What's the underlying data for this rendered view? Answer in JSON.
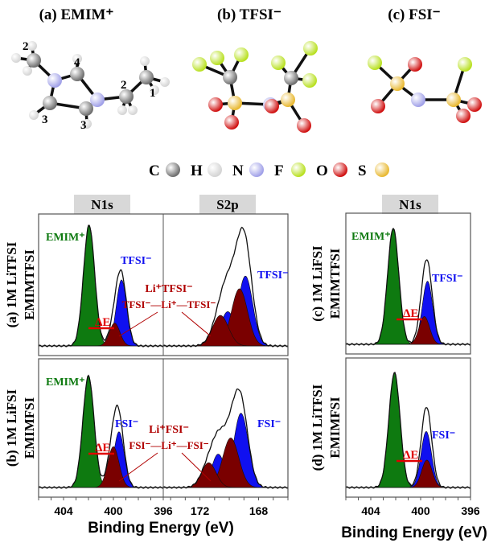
{
  "molecules": {
    "a_title": "(a) EMIM⁺",
    "b_title": "(b) TFSI⁻",
    "c_title": "(c) FSI⁻",
    "emim_labels": [
      "2",
      "4",
      "2",
      "1",
      "3",
      "3"
    ]
  },
  "legend": [
    {
      "label": "C",
      "color": "#6e6e6e"
    },
    {
      "label": "H",
      "color": "#d4d4d4"
    },
    {
      "label": "N",
      "color": "#a0a0e8"
    },
    {
      "label": "F",
      "color": "#b8e020"
    },
    {
      "label": "O",
      "color": "#d01010"
    },
    {
      "label": "S",
      "color": "#e8b830"
    }
  ],
  "colors": {
    "emim": "#0e7a10",
    "anion": "#1010f0",
    "li_anion": "#7a0000",
    "label_red": "#b00000",
    "delta": "#e00000"
  },
  "chart_data": {
    "type": "area",
    "xlabel": "Binding Energy (eV)",
    "tabs": {
      "n1s": "N1s",
      "s2p": "S2p"
    },
    "n1s_ticks": [
      404,
      400,
      396
    ],
    "s2p_ticks": [
      172,
      168
    ],
    "n1s_xlim": [
      406,
      396
    ],
    "s2p_xlim": [
      174.5,
      166
    ],
    "rows": [
      {
        "label1": "(a) 1M LiTFSI",
        "label2": "EMIMTFSI",
        "cation": "EMIM⁺",
        "anion": "TFSI⁻",
        "li": "Li⁺TFSI⁻",
        "li2": "TFSI⁻—Li⁺—TFSI⁻",
        "delta": "ΔE",
        "n1s": {
          "emim": [
            [
              401.95,
              0.95,
              0.45
            ]
          ],
          "anion": [
            [
              399.35,
              0.52,
              0.42
            ]
          ],
          "li": [
            [
              399.9,
              0.18,
              0.42
            ]
          ]
        },
        "s2p": {
          "anion": [
            [
              168.9,
              0.55,
              0.5
            ],
            [
              170.1,
              0.27,
              0.5
            ]
          ],
          "li": [
            [
              169.3,
              0.45,
              0.55
            ],
            [
              170.6,
              0.24,
              0.55
            ]
          ]
        }
      },
      {
        "label1": "(b) 1M LiFSI",
        "label2": "EMIMFSI",
        "cation": "EMIM⁺",
        "anion": "FSI⁻",
        "li": "Li⁺FSI⁻",
        "li2": "FSI⁻—Li⁺—FSI⁻",
        "delta": "ΔE",
        "n1s": {
          "emim": [
            [
              402.0,
              0.9,
              0.45
            ]
          ],
          "anion": [
            [
              399.55,
              0.45,
              0.42
            ]
          ],
          "li": [
            [
              400.0,
              0.33,
              0.45
            ]
          ]
        },
        "s2p": {
          "anion": [
            [
              169.2,
              0.6,
              0.5
            ],
            [
              170.75,
              0.27,
              0.45
            ]
          ],
          "li": [
            [
              169.9,
              0.4,
              0.55
            ],
            [
              171.4,
              0.2,
              0.5
            ]
          ]
        }
      }
    ],
    "right_rows": [
      {
        "label1": "(c) 1M LiFSI",
        "label2": "EMIMTFSI",
        "cation": "EMIM⁺",
        "anion": "TFSI⁻",
        "delta": "ΔE",
        "n1s": {
          "emim": [
            [
              402.2,
              0.92,
              0.45
            ]
          ],
          "anion": [
            [
              399.45,
              0.5,
              0.42
            ]
          ],
          "li": [
            [
              399.7,
              0.22,
              0.42
            ]
          ]
        }
      },
      {
        "label1": "(d) 1M LiTFSI",
        "label2": "EMIMFSI",
        "cation": "",
        "anion": "FSI⁻",
        "delta": "ΔE",
        "n1s": {
          "emim": [
            [
              402.1,
              0.92,
              0.45
            ]
          ],
          "anion": [
            [
              399.55,
              0.45,
              0.42
            ]
          ],
          "li": [
            [
              399.5,
              0.22,
              0.42
            ]
          ]
        }
      }
    ]
  }
}
